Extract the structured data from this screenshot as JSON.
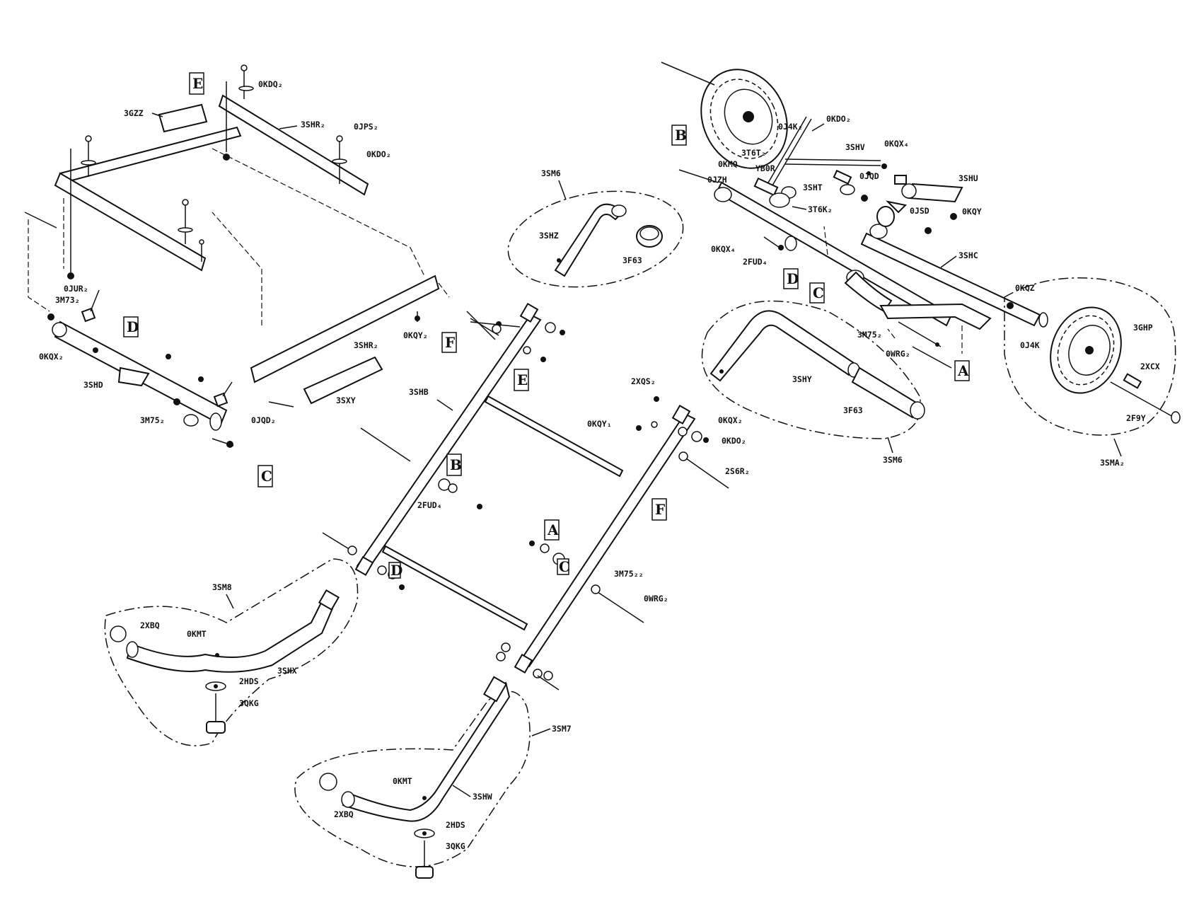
{
  "diagram": {
    "labels": {
      "frame_bracket": "3GZZ",
      "rear_rail": "3SHR₂",
      "front_rail": "3SHR₂",
      "ladder_frame": "3SHB",
      "axle_frame": "3SHC",
      "pivot_arm": "3SHD",
      "handle_kit_top": "3SM6",
      "handle_top": "3SHZ",
      "cap_top": "3F63",
      "handle_kit_mid": "3SM6",
      "handle_mid": "3SHY",
      "cap_mid": "3F63",
      "leg_kit_left": "3SM8",
      "leg_left": "3SHX",
      "leg_kit_right": "3SM7",
      "leg_right": "3SHW",
      "wheel_kit": "3SMA₂",
      "wheel_right": "3GHP",
      "axle_pin": "2XCX",
      "cotter_pin": "2F9Y",
      "step_plate": "3SXY",
      "hitch_rod": "3SHV",
      "hitch": "3SHU",
      "handle_bracket": "3SHT",
      "spacer_a": "0JQD",
      "spacer_b": "0JSD",
      "nut_hitch": "0KQY",
      "bolt_hitch": "0KQX₄",
      "pin_top": "0J4K₂",
      "nut_top": "0KDO₂",
      "pivot_1": "3T6T₂",
      "pivot_2": "3T6K₂",
      "bushing_1": "0KMQ",
      "bushing_2": "0JZH",
      "bushing_3": "YB0R",
      "washer_axle": "2FUD₄",
      "nut_axle": "0KQX₄",
      "bolt_wheel": "0KQZ",
      "pin_wheel": "0J4K",
      "rod_axle": "3M75₂",
      "bolt_axle": "0WRG₂",
      "bolt_top_1": "0KDQ₂",
      "washer_top": "0JPS₂",
      "bolt_top_2": "0KDO₂",
      "bolt_rail": "0KQY₂",
      "bolt_front": "0JQD₂",
      "nut_left": "0JUR₂",
      "rod_left": "3M73₂",
      "nut_left_low": "0KQX₂",
      "rod_pivot": "3M75₂",
      "bolt_ladder_1": "2XQS₂",
      "bolt_ladder_2": "0KQY₁",
      "nut_ladder_1": "0KQX₂",
      "nut_ladder_2": "0KDO₂",
      "bolt_ladder_3": "2S6R₂",
      "washer_ladder": "2FUD₄",
      "rod_ladder": "3M75₂₂",
      "bolt_ladder_4": "0WRG₂",
      "cap_leg_left": "2XBQ",
      "clamp_left": "0KMT",
      "washer_leg_left": "2HDS",
      "foot_left": "3QKG",
      "cap_leg_right": "2XBQ",
      "clamp_right": "0KMT",
      "washer_leg_right": "2HDS",
      "foot_right": "3QKG"
    },
    "keys": {
      "k_top_frame": "E",
      "k_pivot": "D",
      "k_front_rail": "F",
      "k_front_low": "C",
      "k_ladder_e": "E",
      "k_ladder_b": "B",
      "k_ladder_a": "A",
      "k_ladder_f": "F",
      "k_axle_b": "B",
      "k_axle_d": "D",
      "k_axle_c": "C",
      "k_axle_a": "A",
      "k_ladder_c": "C",
      "k_ladder_d": "D"
    }
  }
}
